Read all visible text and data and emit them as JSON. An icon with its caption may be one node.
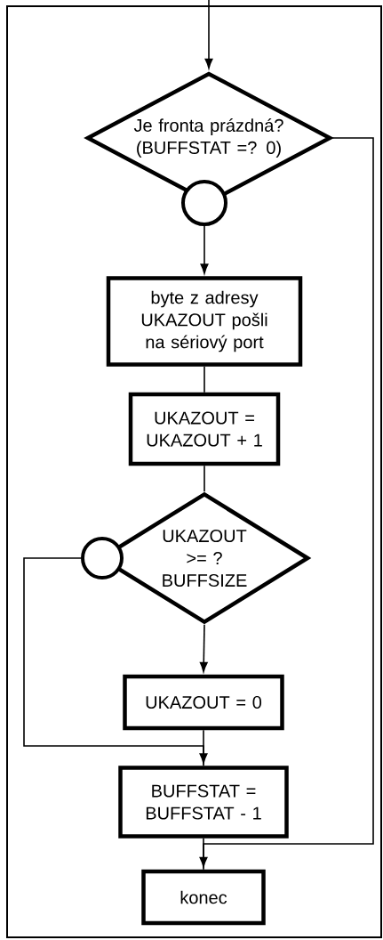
{
  "diagram": {
    "nodes": [
      {
        "text": [
          "Je fronta prázdná? (BUFFSTAT =? 0)"
        ]
      },
      {
        "text": [],
        "shape": "circle"
      },
      {
        "text": [
          "byte z adresy UKAZOUT pošli na sériový port"
        ]
      },
      {
        "text": [
          "UKAZOUT = UKAZOUT + 1"
        ]
      },
      {
        "text": [
          "UKAZOUT >= ? BUFFSIZE"
        ]
      },
      {
        "text": [],
        "shape": "circle"
      },
      {
        "text": [
          "UKAZOUT = 0"
        ]
      },
      {
        "text": [
          "BUFFSTAT = BUFFSTAT - 1"
        ]
      },
      {
        "text": [
          "konec"
        ]
      }
    ],
    "edges": [
      {
        "from": null,
        "to": 0,
        "arrow": "to"
      },
      {
        "from": 1,
        "to": 2,
        "arrow": "to"
      },
      {
        "from": 2,
        "to": 3,
        "arrow": "none"
      },
      {
        "from": 3,
        "to": 4,
        "arrow": "none"
      },
      {
        "from": 4,
        "to": 6,
        "arrow": "to"
      },
      {
        "from": 5,
        "to": 7,
        "arrow": "to"
      },
      {
        "from": 6,
        "to": 7,
        "arrow": "none"
      },
      {
        "from": 7,
        "to": 8,
        "arrow": "none"
      },
      {
        "from": 0,
        "to": 8,
        "arrow": "to"
      }
    ]
  }
}
